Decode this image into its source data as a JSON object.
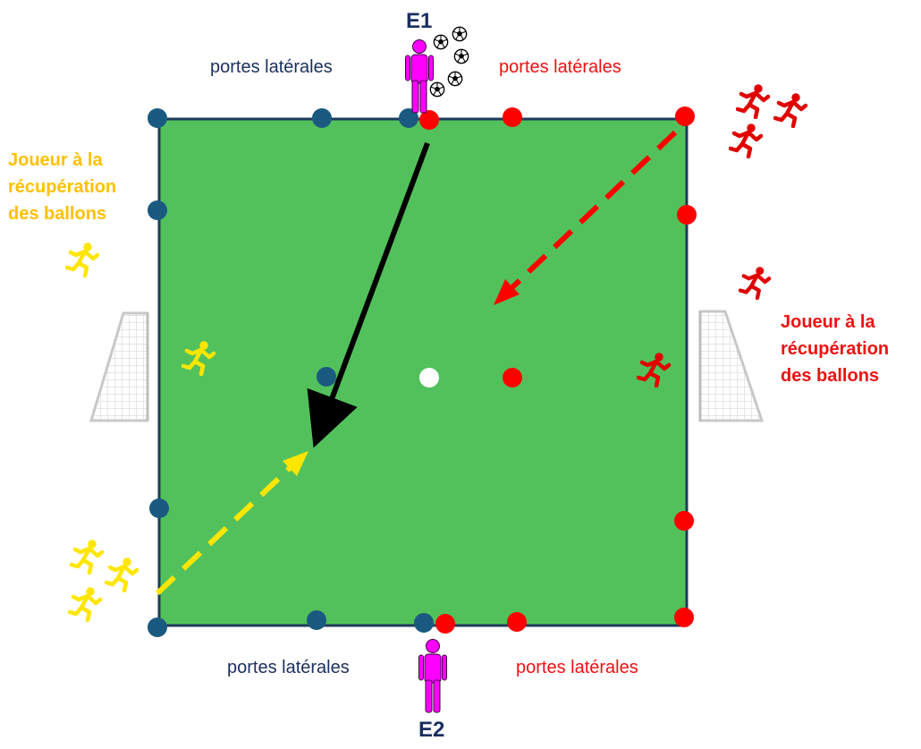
{
  "coaches": {
    "top": "E1",
    "bottom": "E2"
  },
  "gates": {
    "top_left": "portes latérales",
    "top_right": "portes latérales",
    "bottom_left": "portes latérales",
    "bottom_right": "portes latérales"
  },
  "recovery": {
    "left": [
      "Joueur à la",
      "récupération",
      "des ballons"
    ],
    "right": [
      "Joueur à la",
      "récupération",
      "des ballons"
    ]
  },
  "colors": {
    "field": "#52c15c",
    "field_border": "#1f3b5c",
    "blue_team": "#1b5a80",
    "red_team": "#ff0000",
    "yellow_team": "#ffe600",
    "coach": "#ff00ff",
    "pass_arrow": "#000000",
    "dark_text": "#1a2e5e",
    "red_text": "#ee1111",
    "yellow_text": "#ffc000"
  },
  "icons": [
    "running-player-icon",
    "coach-icon",
    "soccer-ball-icon",
    "goal-net-icon",
    "cone-marker-icon"
  ]
}
